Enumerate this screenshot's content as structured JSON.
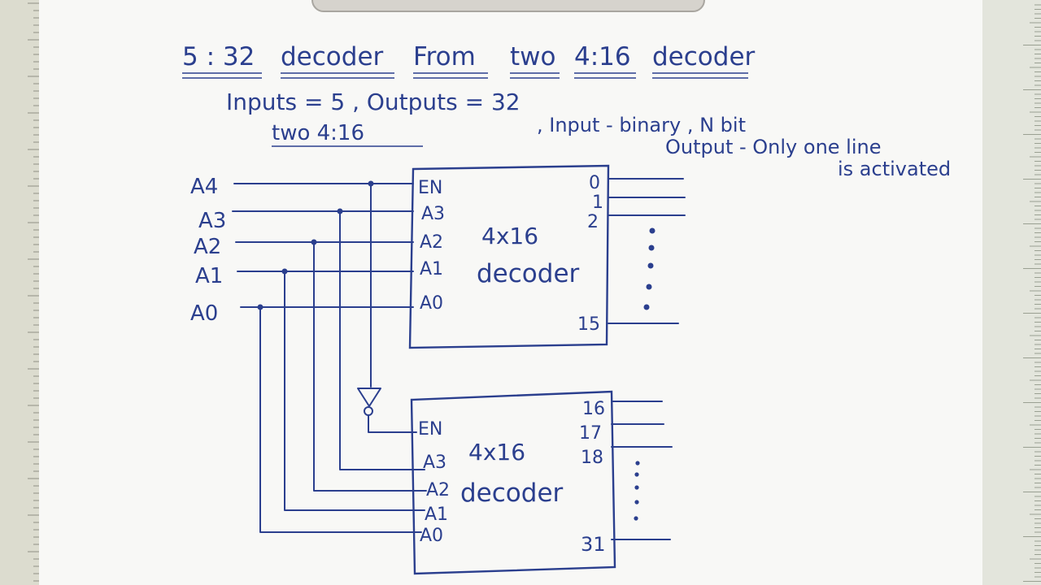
{
  "title": {
    "parts": [
      "5 : 32",
      "decoder",
      "From",
      "two",
      "4:16",
      "decoder"
    ]
  },
  "spec": {
    "line": "Inputs = 5 ,  Outputs = 32",
    "two": "two  4:16"
  },
  "notes": {
    "line1": ", Input - binary , N bit",
    "line2": "Output - Only one line",
    "line3": "is activated"
  },
  "inputs": [
    "A4",
    "A3",
    "A2",
    "A1",
    "A0"
  ],
  "decoder1": {
    "pins": [
      "EN",
      "A3",
      "A2",
      "A1",
      "A0"
    ],
    "label_top": "4x16",
    "label_bottom": "decoder",
    "outputs": [
      "0",
      "1",
      "2",
      "15"
    ]
  },
  "decoder2": {
    "pins": [
      "EN",
      "A3",
      "A2",
      "A1",
      "A0"
    ],
    "label_top": "4x16",
    "label_bottom": "decoder",
    "outputs": [
      "16",
      "17",
      "18",
      "31"
    ]
  }
}
